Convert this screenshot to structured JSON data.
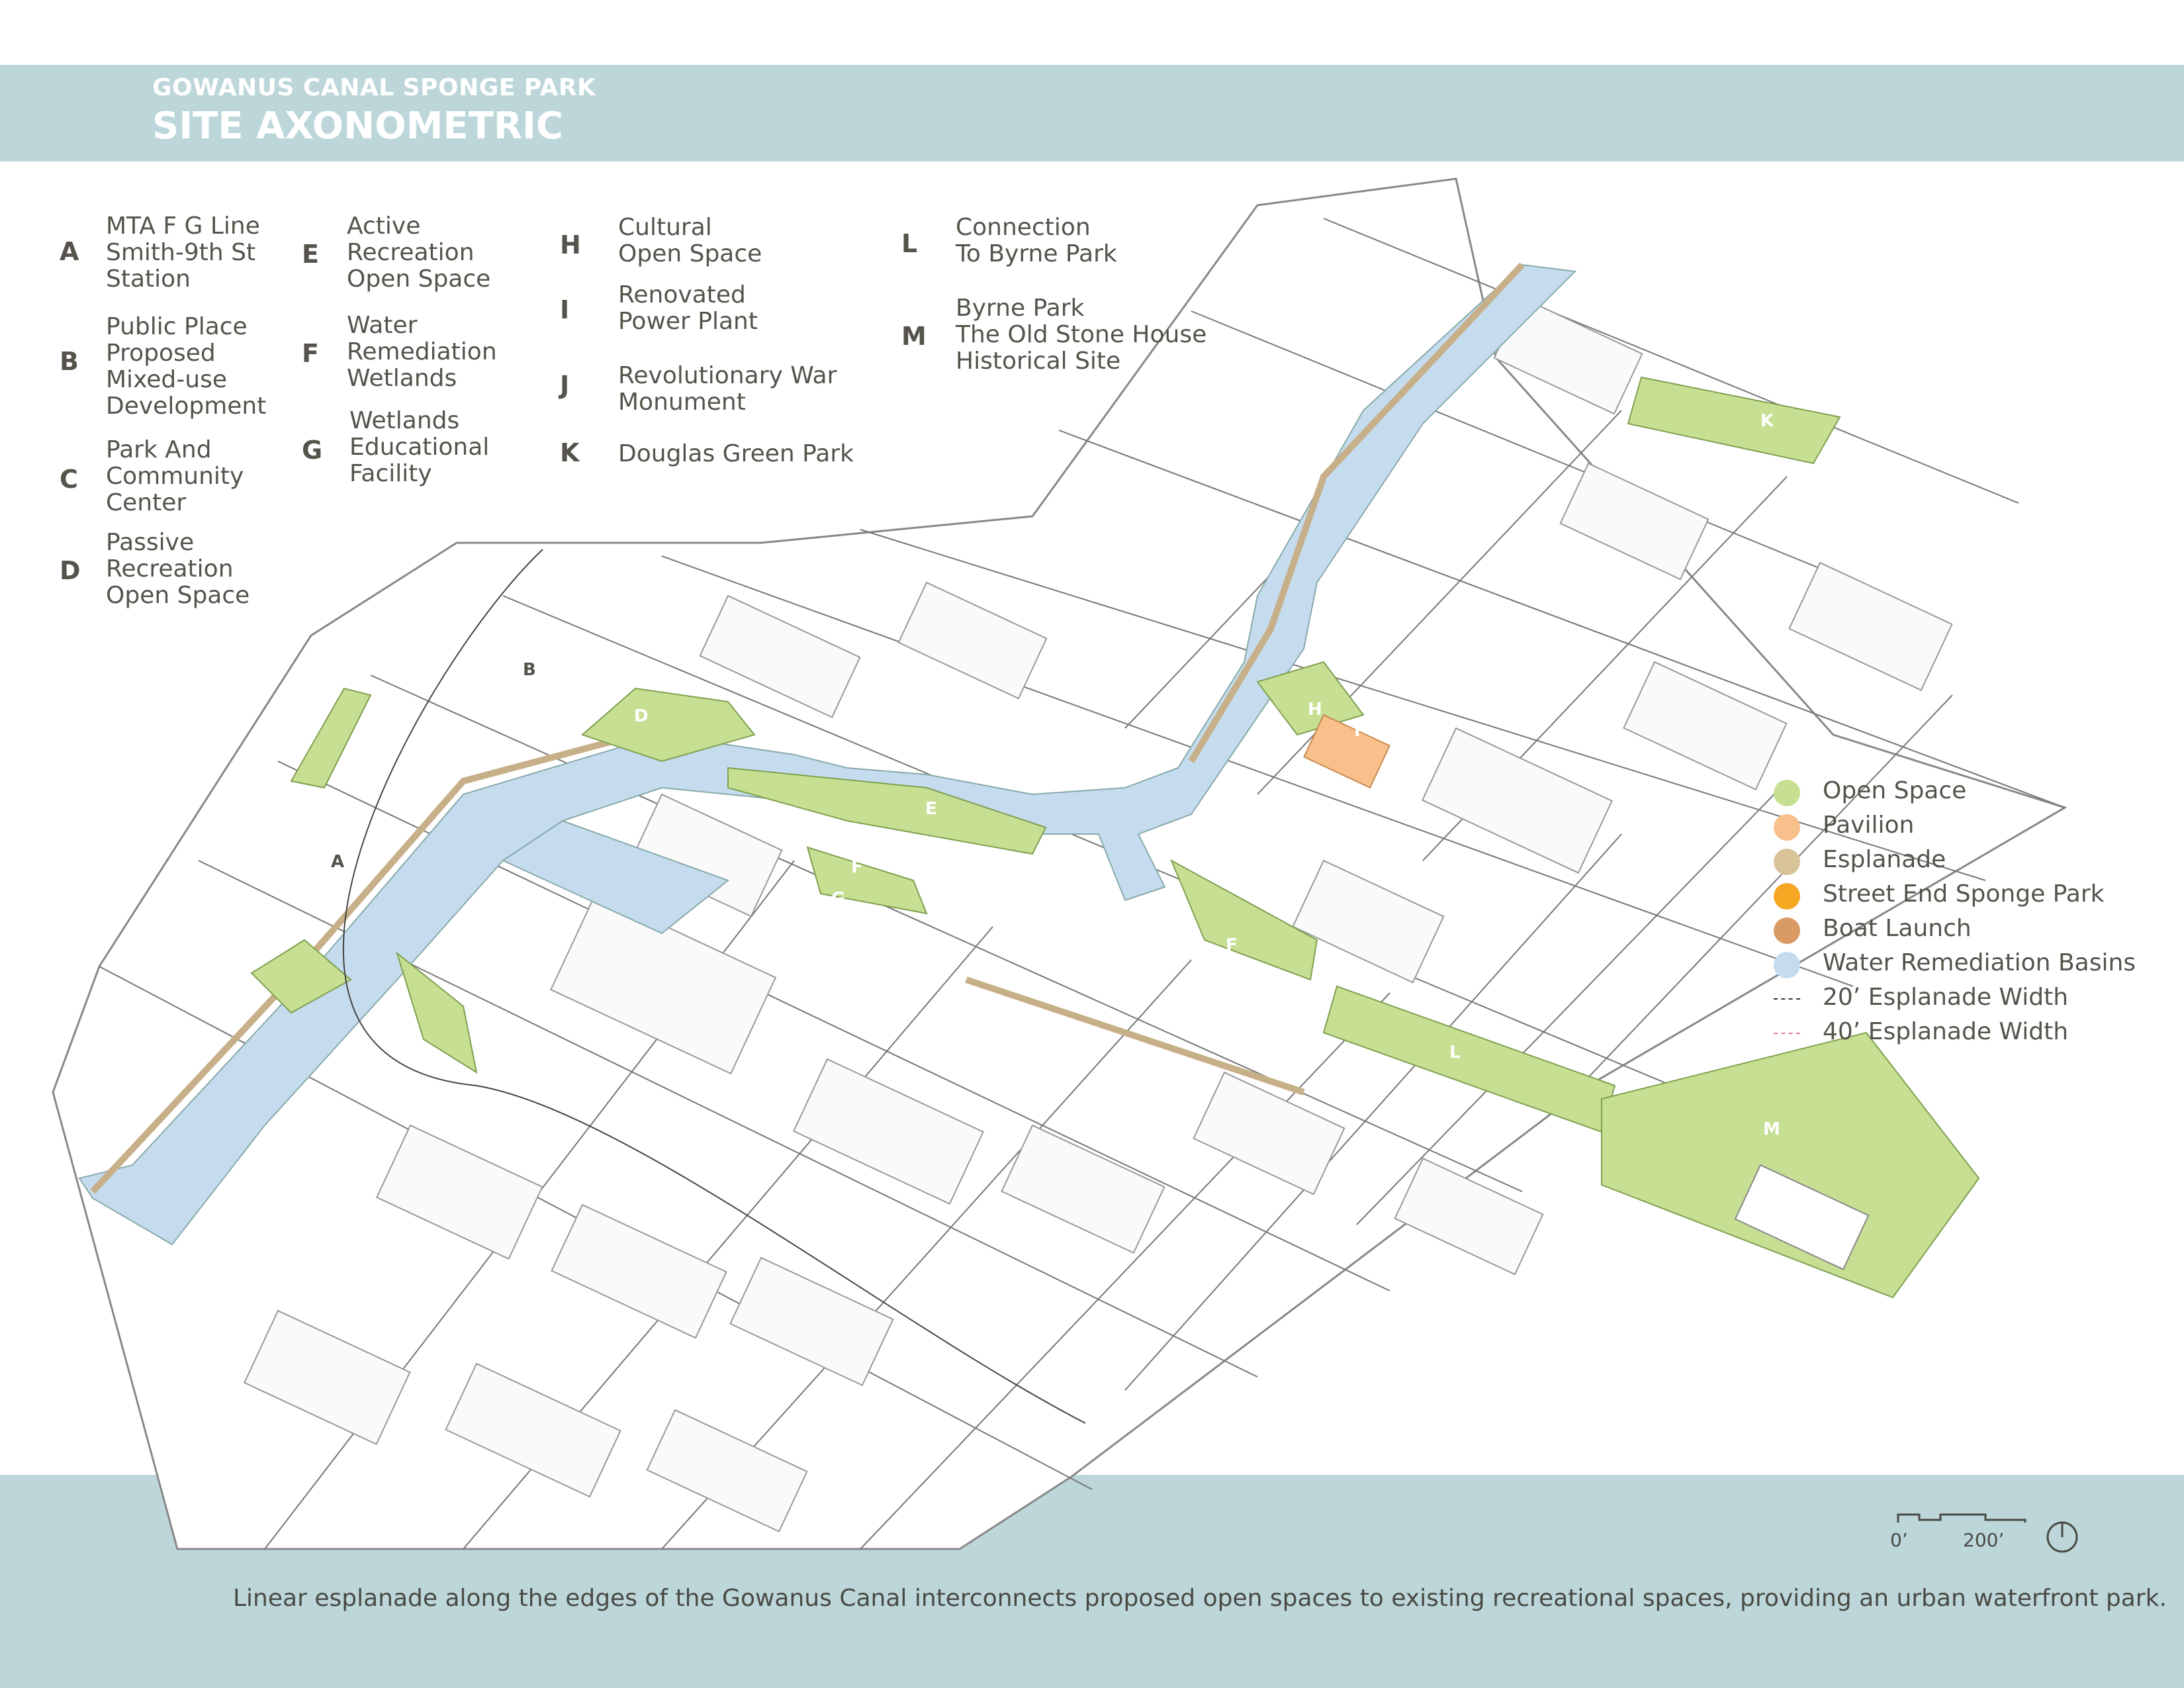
{
  "header": {
    "subtitle": "GOWANUS CANAL SPONGE PARK",
    "title": "SITE AXONOMETRIC"
  },
  "key": [
    {
      "letter": "A",
      "text": "MTA F G Line\nSmith-9th St\nStation"
    },
    {
      "letter": "B",
      "text": "Public Place\nProposed\nMixed-use\nDevelopment"
    },
    {
      "letter": "C",
      "text": "Park And\nCommunity\nCenter"
    },
    {
      "letter": "D",
      "text": "Passive\nRecreation\nOpen Space"
    },
    {
      "letter": "E",
      "text": "Active\nRecreation\nOpen Space"
    },
    {
      "letter": "F",
      "text": "Water\nRemediation\nWetlands"
    },
    {
      "letter": "G",
      "text": "Wetlands\nEducational\nFacility"
    },
    {
      "letter": "H",
      "text": "Cultural\nOpen Space"
    },
    {
      "letter": "I",
      "text": "Renovated\nPower Plant"
    },
    {
      "letter": "J",
      "text": "Revolutionary War\nMonument"
    },
    {
      "letter": "K",
      "text": "Douglas Green Park"
    },
    {
      "letter": "L",
      "text": "Connection\nTo Byrne Park"
    },
    {
      "letter": "M",
      "text": "Byrne Park\nThe Old Stone House\nHistorical Site"
    }
  ],
  "map_labels": {
    "A": "A",
    "B": "B",
    "D": "D",
    "E": "E",
    "F1": "F",
    "F2": "F",
    "G": "G",
    "H": "H",
    "I": "I",
    "K": "K",
    "L": "L",
    "M": "M"
  },
  "legend": [
    {
      "label": "Open Space",
      "color": "#c6df93",
      "kind": "dot"
    },
    {
      "label": "Pavilion",
      "color": "#f8c08a",
      "kind": "dot"
    },
    {
      "label": "Esplanade",
      "color": "#d9c49a",
      "kind": "dot"
    },
    {
      "label": "Street End Sponge Park",
      "color": "#f5a623",
      "kind": "dot"
    },
    {
      "label": "Boat Launch",
      "color": "#d99a63",
      "kind": "dot"
    },
    {
      "label": "Water Remediation Basins",
      "color": "#c4dcee",
      "kind": "dot"
    },
    {
      "label": "20’ Esplanade Width",
      "color": "#333333",
      "kind": "dash"
    },
    {
      "label": "40’ Esplanade Width",
      "color": "#e07a8a",
      "kind": "dash"
    }
  ],
  "scale": {
    "start": "0’",
    "end": "200’"
  },
  "caption": "Linear esplanade along the edges of the Gowanus Canal interconnects proposed open spaces to existing recreational spaces, providing an urban waterfront park.",
  "colors": {
    "band": "#bcd6da",
    "open_space": "#c6df93",
    "water": "#c4dcee",
    "pavilion": "#f8c08a",
    "text": "#55534b"
  }
}
